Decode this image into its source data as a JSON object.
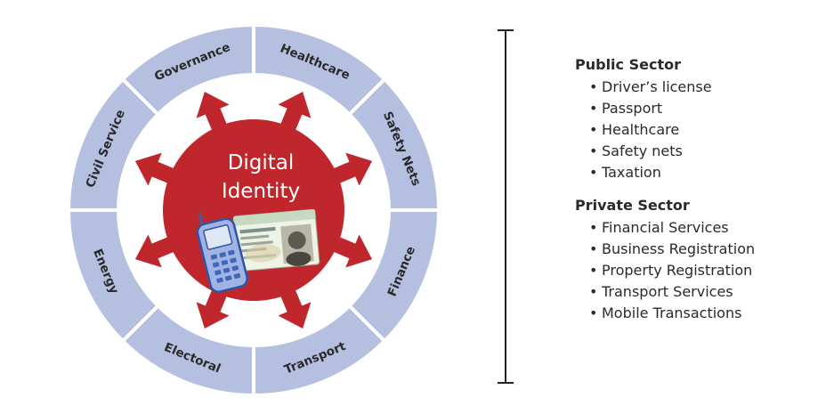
{
  "center": {
    "line1": "Digital",
    "line2": "Identity"
  },
  "ring_segments": [
    {
      "label": "Healthcare"
    },
    {
      "label": "Safety Nets"
    },
    {
      "label": "Finance"
    },
    {
      "label": "Transport"
    },
    {
      "label": "Electoral"
    },
    {
      "label": "Energy"
    },
    {
      "label": "Civil Service"
    },
    {
      "label": "Governance"
    }
  ],
  "sectors": [
    {
      "title": "Public Sector",
      "items": [
        "Driver’s license",
        "Passport",
        "Healthcare",
        "Safety nets",
        "Taxation"
      ]
    },
    {
      "title": "Private Sector",
      "items": [
        "Financial Services",
        "Business Registration",
        "Property Registration",
        "Transport Services",
        "Mobile Transactions"
      ]
    }
  ],
  "colors": {
    "ring": "#b5bfe0",
    "ring_gap": "#ffffff",
    "center": "#c0272d",
    "arrow": "#c0272d",
    "text": "#2a2a2a"
  },
  "icons": [
    "mobile-phone-icon",
    "id-card-icon"
  ]
}
